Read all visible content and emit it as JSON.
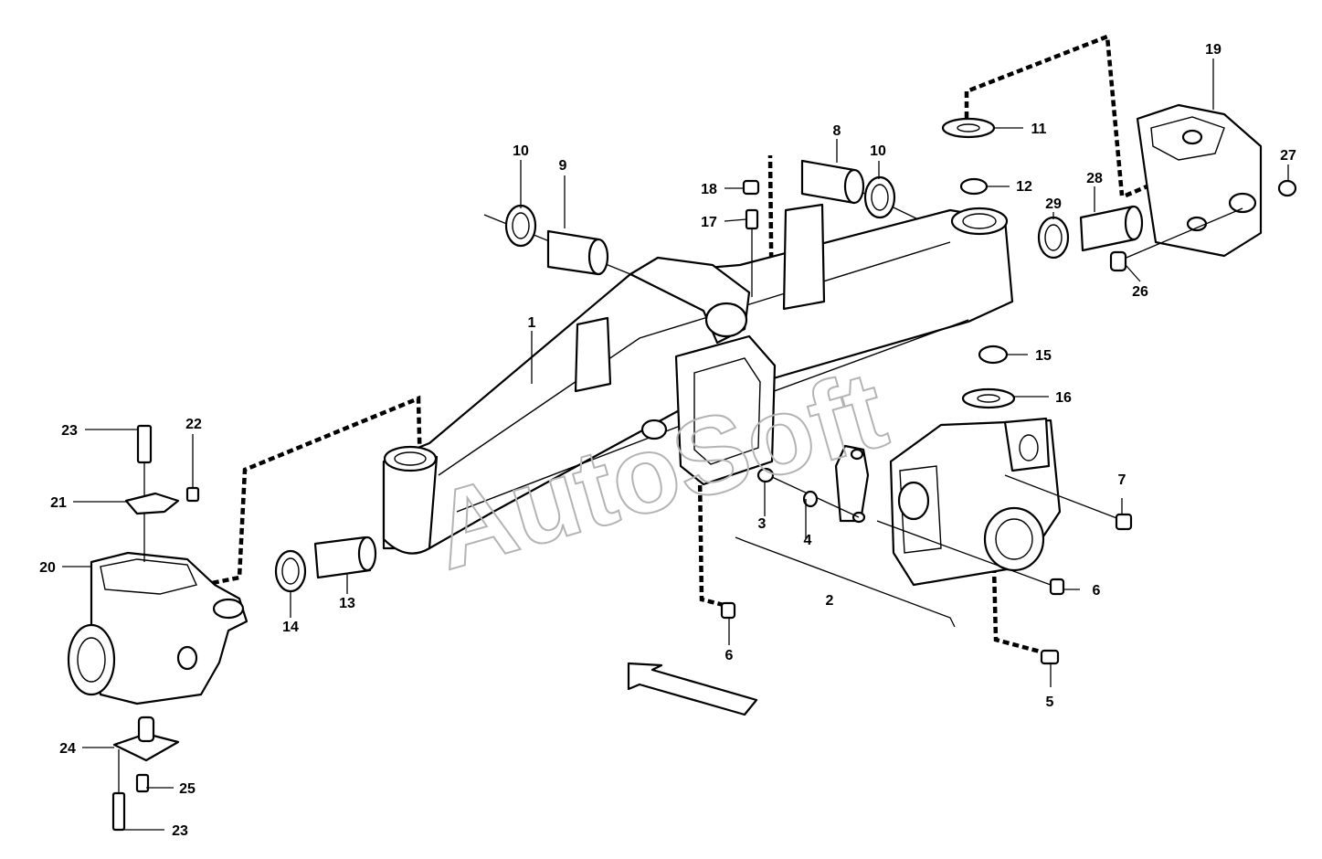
{
  "watermark": "AutoSoft",
  "callouts": [
    {
      "id": "c1",
      "text": "1"
    },
    {
      "id": "c2",
      "text": "2"
    },
    {
      "id": "c3",
      "text": "3"
    },
    {
      "id": "c4",
      "text": "4"
    },
    {
      "id": "c5",
      "text": "5"
    },
    {
      "id": "c6a",
      "text": "6"
    },
    {
      "id": "c6b",
      "text": "6"
    },
    {
      "id": "c7",
      "text": "7"
    },
    {
      "id": "c8",
      "text": "8"
    },
    {
      "id": "c9",
      "text": "9"
    },
    {
      "id": "c10a",
      "text": "10"
    },
    {
      "id": "c10b",
      "text": "10"
    },
    {
      "id": "c11",
      "text": "11"
    },
    {
      "id": "c12",
      "text": "12"
    },
    {
      "id": "c13",
      "text": "13"
    },
    {
      "id": "c14",
      "text": "14"
    },
    {
      "id": "c15",
      "text": "15"
    },
    {
      "id": "c16",
      "text": "16"
    },
    {
      "id": "c17",
      "text": "17"
    },
    {
      "id": "c18",
      "text": "18"
    },
    {
      "id": "c19",
      "text": "19"
    },
    {
      "id": "c20",
      "text": "20"
    },
    {
      "id": "c21",
      "text": "21"
    },
    {
      "id": "c22",
      "text": "22"
    },
    {
      "id": "c23a",
      "text": "23"
    },
    {
      "id": "c23b",
      "text": "23"
    },
    {
      "id": "c24",
      "text": "24"
    },
    {
      "id": "c25",
      "text": "25"
    },
    {
      "id": "c26",
      "text": "26"
    },
    {
      "id": "c27",
      "text": "27"
    },
    {
      "id": "c28",
      "text": "28"
    },
    {
      "id": "c29",
      "text": "29"
    }
  ]
}
